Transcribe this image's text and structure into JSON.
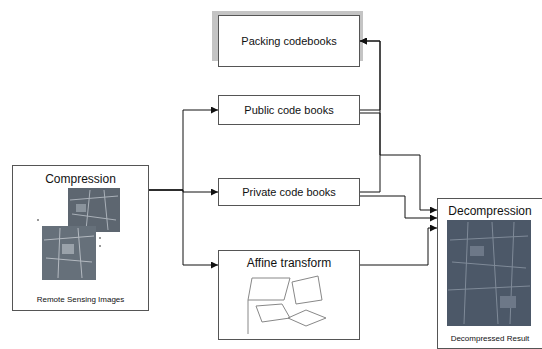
{
  "diagram": {
    "nodes": [
      {
        "text": [
          "Compression",
          "Remote Sensing Images"
        ]
      },
      {
        "text": [
          "Packing codebooks"
        ]
      },
      {
        "text": [
          "Public code books"
        ]
      },
      {
        "text": [
          "Private code books"
        ]
      },
      {
        "text": [
          "Affine transform"
        ]
      },
      {
        "text": [
          "Decompression",
          "Decompressed Result"
        ]
      }
    ],
    "edges": [
      {
        "from": 0,
        "to": 2,
        "arrow": "to"
      },
      {
        "from": 0,
        "to": 3,
        "arrow": "to"
      },
      {
        "from": 0,
        "to": 4,
        "arrow": "to"
      },
      {
        "from": 2,
        "to": 1,
        "arrow": "to"
      },
      {
        "from": 3,
        "to": 1,
        "arrow": "to"
      },
      {
        "from": 2,
        "to": 5,
        "arrow": "to"
      },
      {
        "from": 3,
        "to": 5,
        "arrow": "to"
      },
      {
        "from": 4,
        "to": 5,
        "arrow": "to"
      }
    ]
  }
}
